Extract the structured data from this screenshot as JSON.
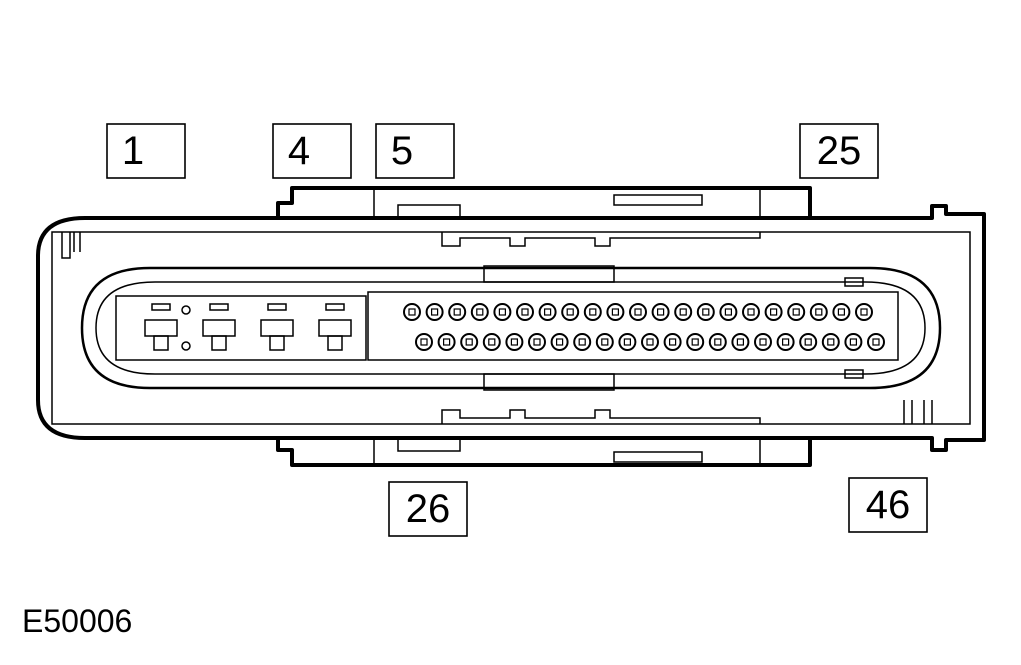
{
  "figure_id": "E50006",
  "pin_labels": {
    "pin_1": "1",
    "pin_4": "4",
    "pin_5": "5",
    "pin_25": "25",
    "pin_26": "26",
    "pin_46": "46"
  },
  "connector": {
    "small_pin_rows": [
      21,
      21
    ],
    "large_terminals": 4
  }
}
